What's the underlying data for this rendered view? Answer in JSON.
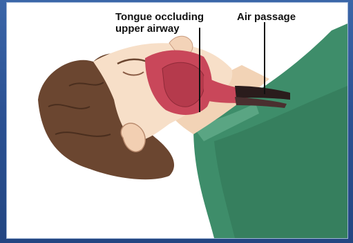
{
  "labels": {
    "tongue_line1": "Tongue occluding",
    "tongue_line2": "upper airway",
    "air_passage": "Air passage"
  },
  "colors": {
    "frame": "#2c5294",
    "skin": "#f7dfc8",
    "hair": "#6b4630",
    "shirt": "#3e8d6a",
    "airway": "#c9475a"
  }
}
